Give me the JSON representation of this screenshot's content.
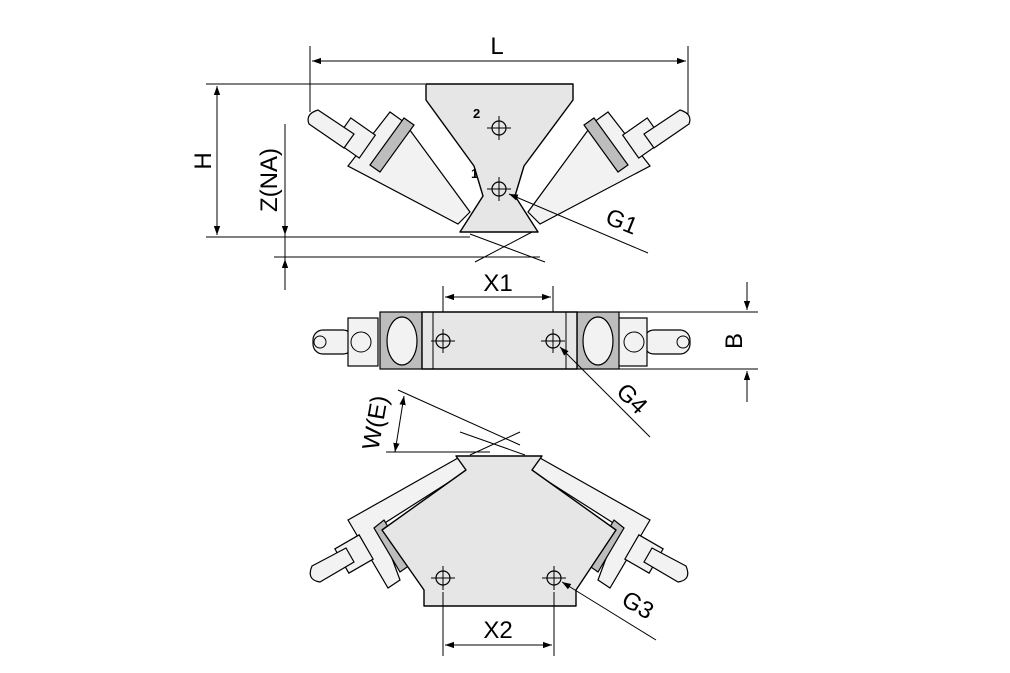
{
  "labels": {
    "L": "L",
    "H": "H",
    "Z": "Z(NA)",
    "G1": "G1",
    "port1": "1",
    "port2": "2",
    "X1": "X1",
    "B": "B",
    "G4": "G4",
    "W": "W(E)",
    "G3": "G3",
    "X2": "X2"
  },
  "colors": {
    "body_fill": "#e6e6e6",
    "line": "#000000",
    "background": "#ffffff"
  }
}
